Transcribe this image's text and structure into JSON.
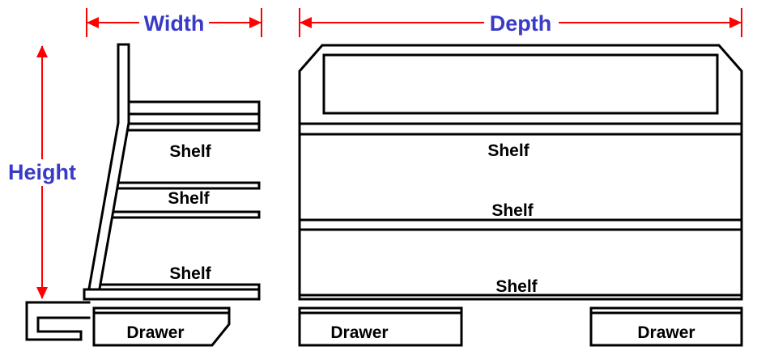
{
  "colors": {
    "dimension": "#ff0000",
    "label": "#3a3ac9",
    "structure": "#000000",
    "background": "#ffffff"
  },
  "dimensions": {
    "width": {
      "label": "Width"
    },
    "height": {
      "label": "Height"
    },
    "depth": {
      "label": "Depth"
    }
  },
  "side_view": {
    "shelf_labels": [
      "Shelf",
      "Shelf",
      "Shelf"
    ],
    "drawer_label": "Drawer"
  },
  "front_view": {
    "shelf_labels": [
      "Shelf",
      "Shelf",
      "Shelf"
    ],
    "drawer_labels": [
      "Drawer",
      "Drawer"
    ]
  }
}
